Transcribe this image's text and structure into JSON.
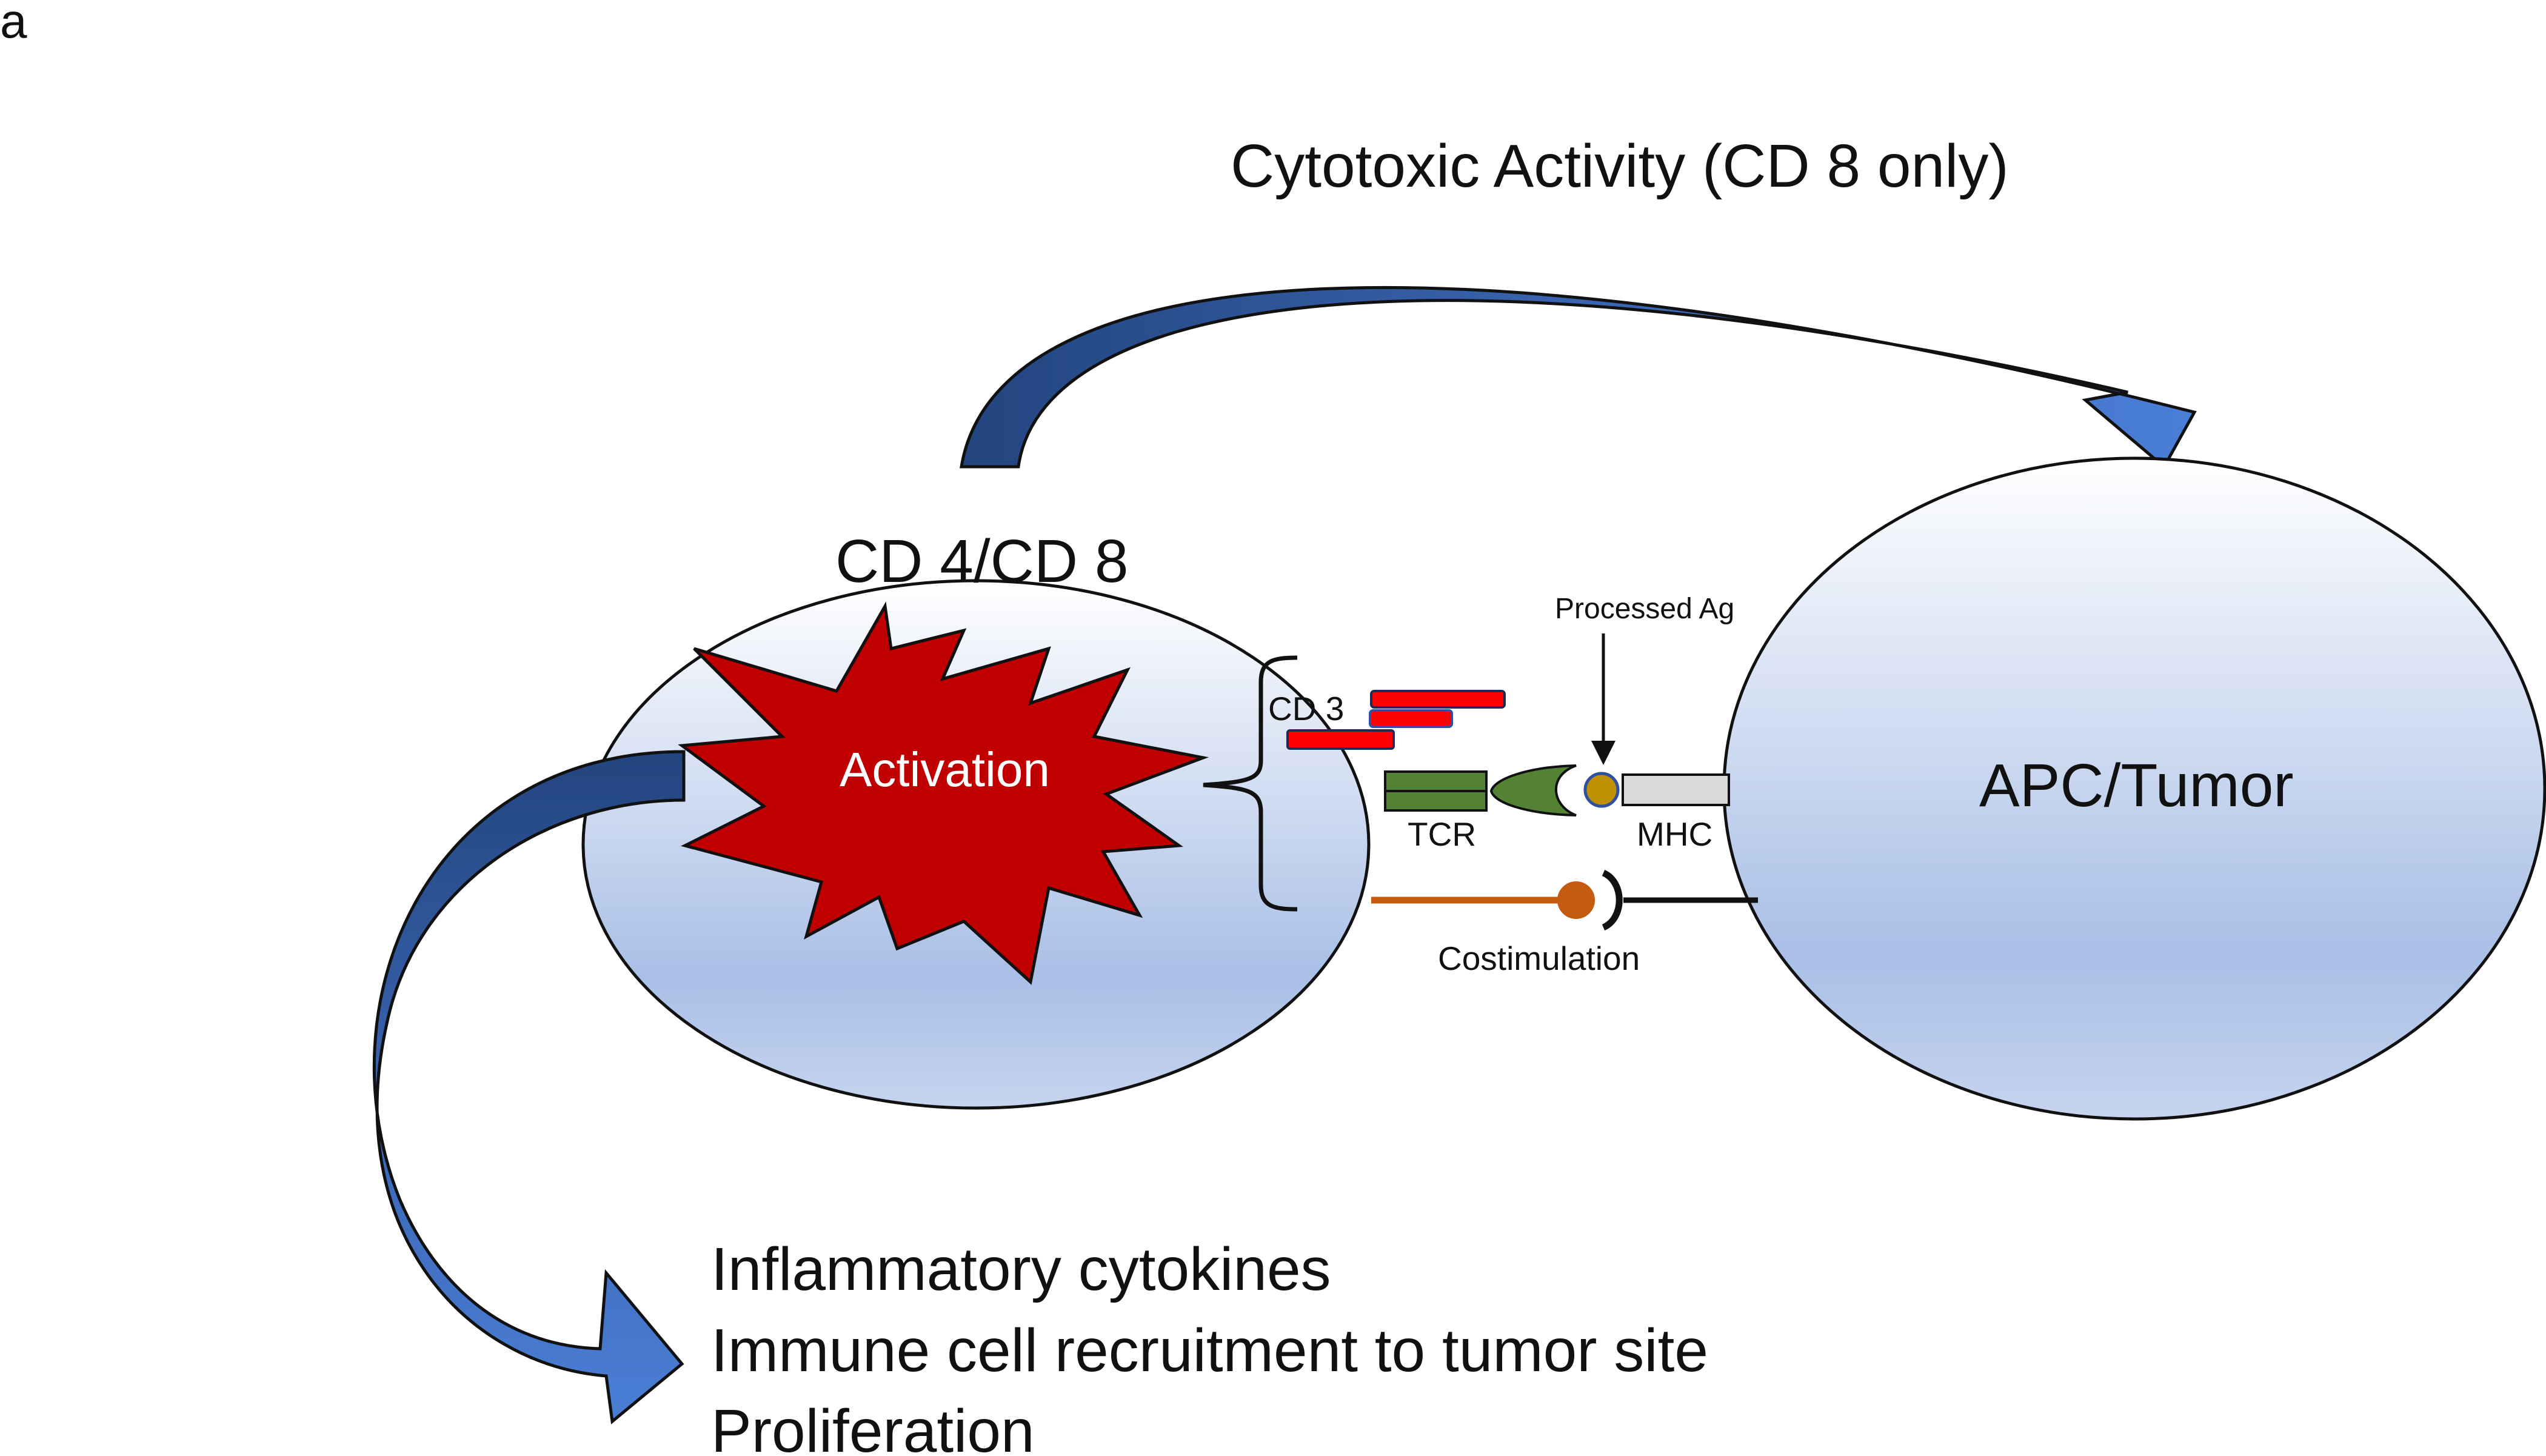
{
  "panel_label": "a",
  "cytotoxic_label": "Cytotoxic Activity (CD 8 only)",
  "t_cell": {
    "label": "CD 4/CD 8",
    "activation_label": "Activation"
  },
  "target_cell": {
    "label": "APC/Tumor"
  },
  "receptors": {
    "cd3_label": "CD 3",
    "tcr_label": "TCR",
    "mhc_label": "MHC",
    "antigen_label": "Processed Ag",
    "costim_label": "Costimulation"
  },
  "outcomes": [
    "Inflammatory cytokines",
    "Immune cell recruitment to tumor site",
    "Proliferation"
  ],
  "colors": {
    "cell_fill_top": "#ffffff",
    "cell_fill_bottom": "#a9bfe6",
    "arrow_light": "#4878cc",
    "arrow_dark": "#23457f",
    "activation_fill": "#c00000",
    "cd3_red": "#ff0000",
    "tcr_green": "#548235",
    "mhc_gray": "#d9d9d9",
    "antigen_gold": "#bf9000",
    "costim_orange": "#c55a11"
  }
}
